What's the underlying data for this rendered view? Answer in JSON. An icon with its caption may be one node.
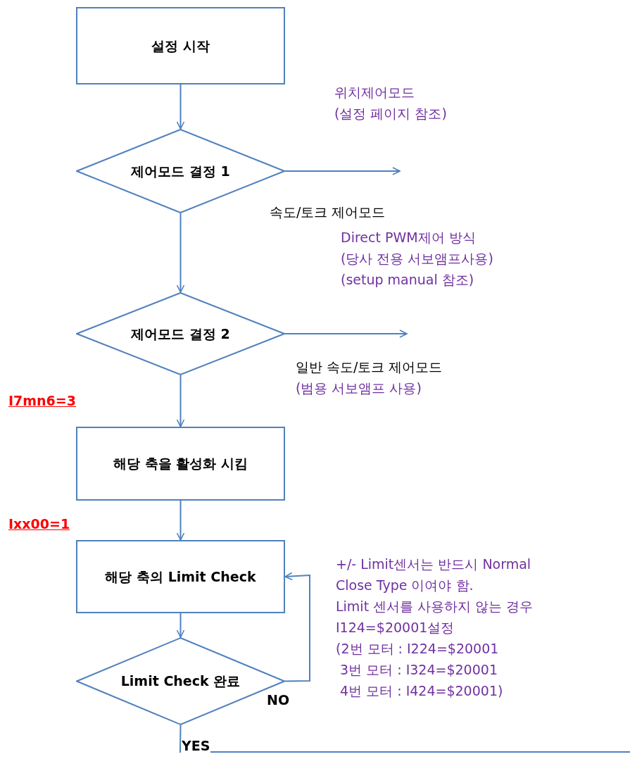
{
  "diagram": {
    "nodes": [
      {
        "text": [
          "설정 시작"
        ]
      },
      {
        "text": [
          "제어모드 결정 1"
        ]
      },
      {
        "text": [
          "제어모드 결정 2"
        ]
      },
      {
        "text": [
          "해당 축을 활성화 시킴"
        ]
      },
      {
        "text": [
          "해당 축의 Limit Check"
        ]
      },
      {
        "text": [
          "Limit Check 완료"
        ]
      }
    ],
    "edges": [
      {
        "from": 0,
        "to": 1,
        "arrow": "to"
      },
      {
        "from": 1,
        "to": 2,
        "arrow": "to"
      },
      {
        "from": 2,
        "to": 3,
        "arrow": "to"
      },
      {
        "from": 3,
        "to": 4,
        "arrow": "to"
      },
      {
        "from": 4,
        "to": 5,
        "arrow": "to"
      },
      {
        "from": 5,
        "to": 4,
        "arrow": "to",
        "label": "NO"
      },
      {
        "from": 1,
        "to": null,
        "arrow": "to"
      },
      {
        "from": 2,
        "to": null,
        "arrow": "to"
      },
      {
        "from": 5,
        "to": null,
        "arrow": "none",
        "label": "YES"
      }
    ],
    "labels": [
      "위치제어모드",
      "(설정 페이지 참조)",
      "속도/토크 제어모드",
      "Direct PWM제어 방식",
      "(당사 전용 서보앰프사용)",
      "(setup manual 참조)",
      "일반 속도/토크 제어모드",
      "(범용 서보앰프 사용)",
      "I7mn6=3",
      "Ixx00=1",
      "+/- Limit센서는 반드시 Normal",
      "Close Type 이여야 함.",
      "Limit 센서를 사용하지 않는 경우",
      "I124=$20001설정",
      "(2번 모터 : I224=$20001",
      " 3번 모터 : I324=$20001",
      " 4번 모터 : I424=$20001)"
    ]
  }
}
